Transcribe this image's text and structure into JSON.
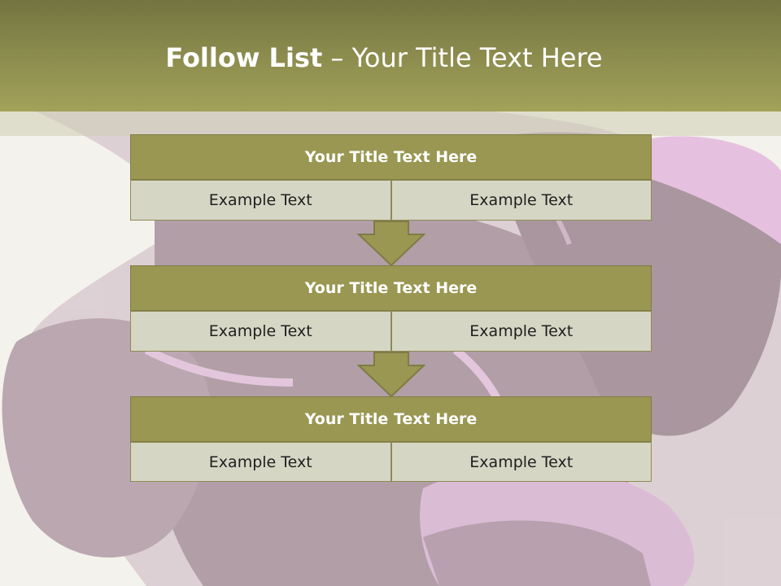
{
  "slide": {
    "title_bold": "Follow List",
    "title_rest": " – Your Title Text Here"
  },
  "blocks": [
    {
      "title": "Your Title Text Here",
      "cells": [
        "Example Text",
        "Example Text"
      ]
    },
    {
      "title": "Your Title Text Here",
      "cells": [
        "Example Text",
        "Example Text"
      ]
    },
    {
      "title": "Your Title Text Here",
      "cells": [
        "Example Text",
        "Example Text"
      ]
    }
  ],
  "colors": {
    "header_dark": "#737541",
    "header_light": "#a3a25a",
    "block_title": "#999752",
    "block_cell": "#d6d6c5",
    "arrow": "#999752",
    "background_flower": "#6a4a5e"
  },
  "icons": [
    "down-arrow-icon"
  ]
}
